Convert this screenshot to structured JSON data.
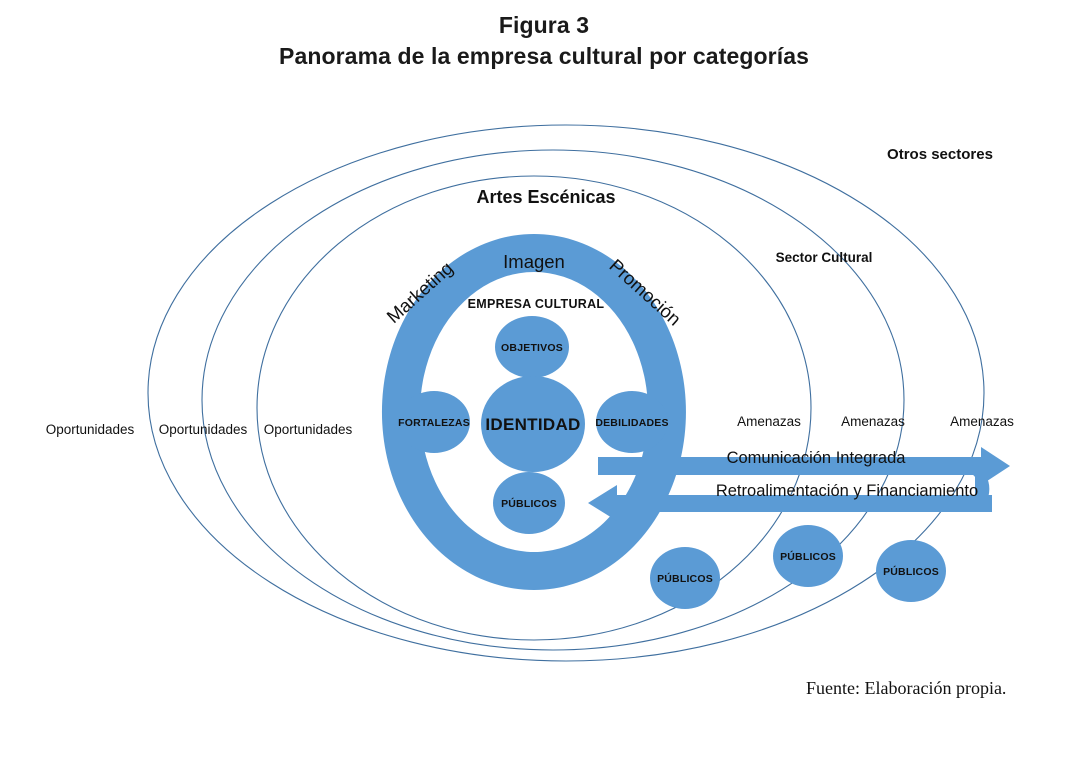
{
  "figure": {
    "title_line1": "Figura 3",
    "title_line2": "Panorama de la empresa cultural por categorías",
    "source": "Fuente: Elaboración propia."
  },
  "colors": {
    "accent_blue": "#5B9BD5",
    "outline_blue": "#3f6f9f",
    "text": "#111111",
    "background": "#ffffff"
  },
  "layers": {
    "outer_label": "Otros sectores",
    "middle_label": "Sector Cultural",
    "inner_label": "Artes Escénicas"
  },
  "ring": {
    "top_label": "Imagen",
    "left_label": "Marketing",
    "right_label": "Promoción"
  },
  "core": {
    "heading": "EMPRESA CULTURAL",
    "center": "IDENTIDAD",
    "top": "OBJETIVOS",
    "left": "FORTALEZAS",
    "right": "DEBILIDADES",
    "bottom": "PÚBLICOS"
  },
  "side_labels": {
    "left": [
      "Oportunidades",
      "Oportunidades",
      "Oportunidades"
    ],
    "right": [
      "Amenazas",
      "Amenazas",
      "Amenazas"
    ]
  },
  "flows": {
    "outbound": "Comunicación Integrada",
    "inbound": "Retroalimentación y Financiamiento"
  },
  "external_nodes": [
    {
      "label": "PÚBLICOS"
    },
    {
      "label": "PÚBLICOS"
    },
    {
      "label": "PÚBLICOS"
    }
  ],
  "chart_data": {
    "type": "diagram",
    "title": "Panorama de la empresa cultural por categorías",
    "concentric_layers": [
      {
        "name": "Otros sectores",
        "level": 3
      },
      {
        "name": "Sector Cultural",
        "level": 2
      },
      {
        "name": "Artes Escénicas",
        "level": 1
      }
    ],
    "ring_segments": [
      "Marketing",
      "Imagen",
      "Promoción"
    ],
    "core_nodes": [
      "IDENTIDAD",
      "OBJETIVOS",
      "FORTALEZAS",
      "DEBILIDADES",
      "PÚBLICOS"
    ],
    "environment_left": [
      "Oportunidades",
      "Oportunidades",
      "Oportunidades"
    ],
    "environment_right": [
      "Amenazas",
      "Amenazas",
      "Amenazas"
    ],
    "flow_arrows": [
      {
        "direction": "outbound",
        "label": "Comunicación Integrada"
      },
      {
        "direction": "inbound",
        "label": "Retroalimentación y Financiamiento"
      }
    ],
    "external_nodes": [
      "PÚBLICOS",
      "PÚBLICOS",
      "PÚBLICOS"
    ]
  }
}
